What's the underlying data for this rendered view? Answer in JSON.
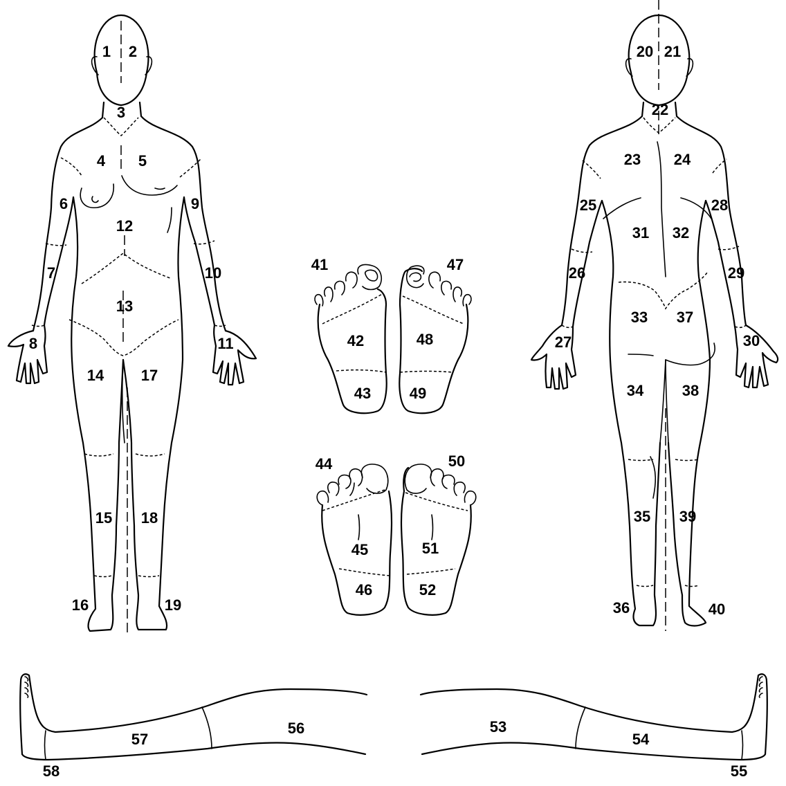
{
  "regions": [
    {
      "id": "1",
      "view": "front",
      "label": "1"
    },
    {
      "id": "2",
      "view": "front",
      "label": "2"
    },
    {
      "id": "3",
      "view": "front",
      "label": "3"
    },
    {
      "id": "4",
      "view": "front",
      "label": "4"
    },
    {
      "id": "5",
      "view": "front",
      "label": "5"
    },
    {
      "id": "6",
      "view": "front",
      "label": "6"
    },
    {
      "id": "7",
      "view": "front",
      "label": "7"
    },
    {
      "id": "8",
      "view": "front",
      "label": "8"
    },
    {
      "id": "9",
      "view": "front",
      "label": "9"
    },
    {
      "id": "10",
      "view": "front",
      "label": "10"
    },
    {
      "id": "11",
      "view": "front",
      "label": "11"
    },
    {
      "id": "12",
      "view": "front",
      "label": "12"
    },
    {
      "id": "13",
      "view": "front",
      "label": "13"
    },
    {
      "id": "14",
      "view": "front",
      "label": "14"
    },
    {
      "id": "15",
      "view": "front",
      "label": "15"
    },
    {
      "id": "16",
      "view": "front",
      "label": "16"
    },
    {
      "id": "17",
      "view": "front",
      "label": "17"
    },
    {
      "id": "18",
      "view": "front",
      "label": "18"
    },
    {
      "id": "19",
      "view": "front",
      "label": "19"
    },
    {
      "id": "20",
      "view": "back",
      "label": "20"
    },
    {
      "id": "21",
      "view": "back",
      "label": "21"
    },
    {
      "id": "22",
      "view": "back",
      "label": "22"
    },
    {
      "id": "23",
      "view": "back",
      "label": "23"
    },
    {
      "id": "24",
      "view": "back",
      "label": "24"
    },
    {
      "id": "25",
      "view": "back",
      "label": "25"
    },
    {
      "id": "26",
      "view": "back",
      "label": "26"
    },
    {
      "id": "27",
      "view": "back",
      "label": "27"
    },
    {
      "id": "28",
      "view": "back",
      "label": "28"
    },
    {
      "id": "29",
      "view": "back",
      "label": "29"
    },
    {
      "id": "30",
      "view": "back",
      "label": "30"
    },
    {
      "id": "31",
      "view": "back",
      "label": "31"
    },
    {
      "id": "32",
      "view": "back",
      "label": "32"
    },
    {
      "id": "33",
      "view": "back",
      "label": "33"
    },
    {
      "id": "34",
      "view": "back",
      "label": "34"
    },
    {
      "id": "35",
      "view": "back",
      "label": "35"
    },
    {
      "id": "36",
      "view": "back",
      "label": "36"
    },
    {
      "id": "37",
      "view": "back",
      "label": "37"
    },
    {
      "id": "38",
      "view": "back",
      "label": "38"
    },
    {
      "id": "39",
      "view": "back",
      "label": "39"
    },
    {
      "id": "40",
      "view": "back",
      "label": "40"
    },
    {
      "id": "41",
      "view": "foot",
      "label": "41"
    },
    {
      "id": "42",
      "view": "foot",
      "label": "42"
    },
    {
      "id": "43",
      "view": "foot",
      "label": "43"
    },
    {
      "id": "44",
      "view": "foot",
      "label": "44"
    },
    {
      "id": "45",
      "view": "foot",
      "label": "45"
    },
    {
      "id": "46",
      "view": "foot",
      "label": "46"
    },
    {
      "id": "47",
      "view": "foot",
      "label": "47"
    },
    {
      "id": "48",
      "view": "foot",
      "label": "48"
    },
    {
      "id": "49",
      "view": "foot",
      "label": "49"
    },
    {
      "id": "50",
      "view": "foot",
      "label": "50"
    },
    {
      "id": "51",
      "view": "foot",
      "label": "51"
    },
    {
      "id": "52",
      "view": "foot",
      "label": "52"
    },
    {
      "id": "53",
      "view": "leg",
      "label": "53"
    },
    {
      "id": "54",
      "view": "leg",
      "label": "54"
    },
    {
      "id": "55",
      "view": "leg",
      "label": "55"
    },
    {
      "id": "56",
      "view": "leg",
      "label": "56"
    },
    {
      "id": "57",
      "view": "leg",
      "label": "57"
    },
    {
      "id": "58",
      "view": "leg",
      "label": "58"
    }
  ]
}
